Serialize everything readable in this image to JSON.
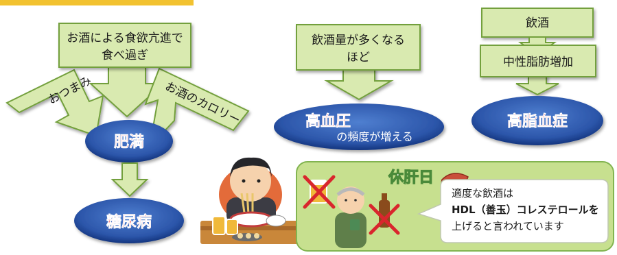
{
  "colors": {
    "box_fill": "#d9eab0",
    "box_stroke": "#73a03c",
    "ellipse_fill": "#2f5fb3",
    "ellipse_dark": "#0f2f76",
    "disease_red": "#e8262d",
    "panel_fill": "#c7e08f",
    "panel_stroke": "#82b450",
    "top_bar": "#f2c230"
  },
  "obesity_section": {
    "cause_box": {
      "line1": "お酒による食欲亢進で",
      "line2": "食べ過ぎ"
    },
    "arrow_left_label": "おつまみ",
    "arrow_right_label": "お酒のカロリー",
    "obesity_label": "肥満",
    "diabetes_label": "糖尿病"
  },
  "hypertension_section": {
    "cause_box": {
      "line1": "飲酒量が多くなる",
      "line2": "ほど"
    },
    "disease_label": "高血圧",
    "sub_label": "の頻度が増える"
  },
  "lipid_section": {
    "top_box": "飲酒",
    "mid_box": "中性脂肪増加",
    "disease_label": "高脂血症"
  },
  "hdl_panel": {
    "liver_day_title": "休肝日",
    "line1": "適度な飲酒は",
    "line2": "HDL（善玉）コレステロールを",
    "line3": "上げると言われています"
  },
  "icons": [
    "beer-crossed-icon",
    "sake-bottle-crossed-icon",
    "liver-icon",
    "elderly-man-with-tea-illustration",
    "man-eating-noodles-illustration"
  ]
}
